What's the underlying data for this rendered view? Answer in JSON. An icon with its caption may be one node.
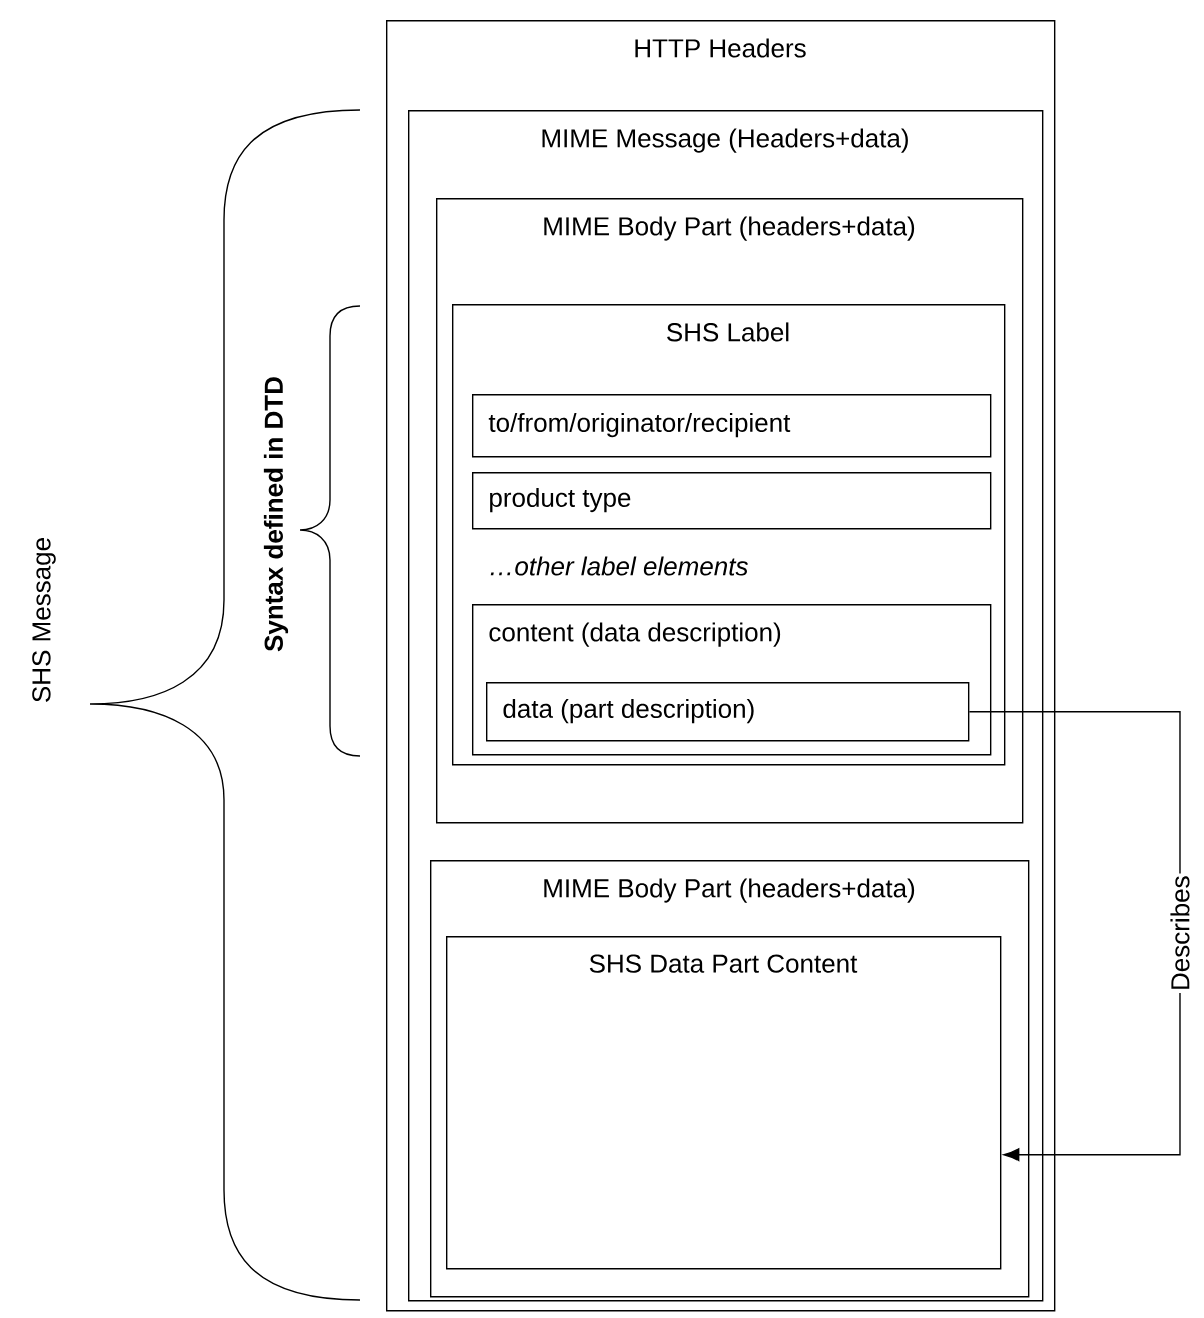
{
  "diagram": {
    "nodes": [
      {
        "text": [
          "HTTP Headers"
        ]
      },
      {
        "text": [
          "MIME Message (Headers+data)"
        ],
        "in": 0
      },
      {
        "text": [
          "MIME Body Part (headers+data)"
        ],
        "in": 1
      },
      {
        "text": [
          "SHS Label"
        ],
        "in": 2
      },
      {
        "text": [
          "to/from/originator/recipient"
        ],
        "in": 3
      },
      {
        "text": [
          "product type"
        ],
        "in": 3
      },
      {
        "text": [
          "content (data description)"
        ],
        "in": 3
      },
      {
        "text": [
          "data (part description)"
        ],
        "in": 6
      },
      {
        "text": [
          "MIME Body Part (headers+data)"
        ],
        "in": 1
      },
      {
        "text": [
          "SHS Data Part Content"
        ],
        "in": 8
      }
    ],
    "edges": [
      {
        "from": 7,
        "to": 9,
        "arrow": "to",
        "label": "Describes"
      }
    ],
    "labels": [
      "…other label elements",
      "Syntax  defined in DTD",
      "SHS Message"
    ]
  }
}
